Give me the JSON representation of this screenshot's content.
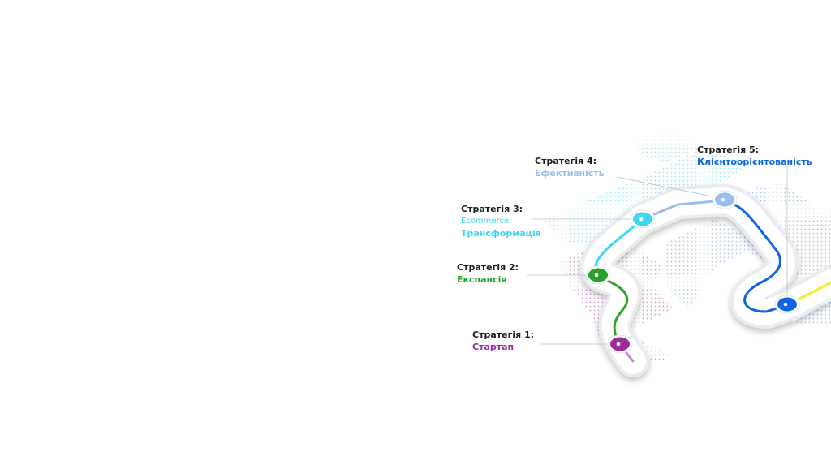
{
  "colors": {
    "s1": "#9b2d9a",
    "s2": "#2aa22a",
    "s3": "#3fd6f2",
    "s4": "#99bdf0",
    "s5": "#0f66e3",
    "s6": "#ebf03a"
  },
  "strategies": [
    {
      "title": "Стратегія 1:",
      "name": "Стартап"
    },
    {
      "title": "Стратегія 2:",
      "name": "Експансія"
    },
    {
      "title": "Стратегія 3:",
      "name_line1": "Ecommerce",
      "name_line2": "Трансформація"
    },
    {
      "title": "Стратегія 4:",
      "name": "Ефективність"
    },
    {
      "title": "Стратегія 5:",
      "name": "Клієнтоорієнтованість"
    }
  ]
}
